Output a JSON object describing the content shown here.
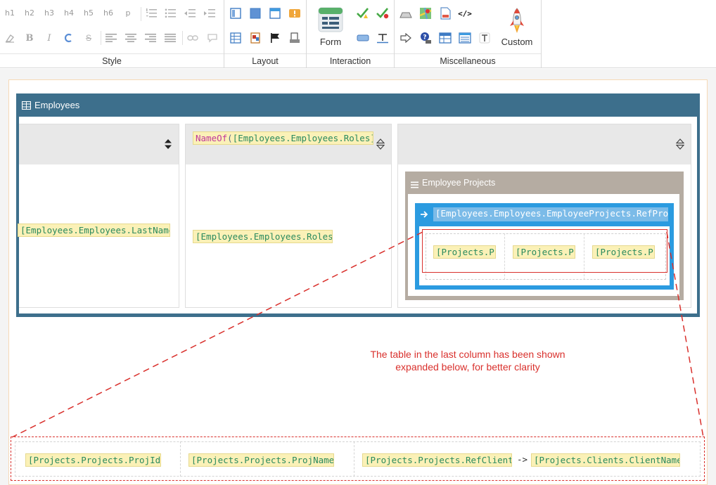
{
  "ribbon": {
    "style": {
      "label": "Style",
      "headings": [
        "h1",
        "h2",
        "h3",
        "h4",
        "h5",
        "h6",
        "p"
      ]
    },
    "layout": {
      "label": "Layout"
    },
    "interaction": {
      "label": "Interaction",
      "form_label": "Form"
    },
    "misc": {
      "label": "Miscellaneous",
      "custom_label": "Custom"
    }
  },
  "employees": {
    "title": "Employees",
    "col1": {
      "cell": "[Employees.Employees.LastName]"
    },
    "col2": {
      "header_fn": "NameOf",
      "header_arg": "[Employees.Employees.Roles]",
      "cell": "[Employees.Employees.Roles]"
    },
    "projects": {
      "title": "Employee Projects",
      "ref_title": "[Employees.Employees.EmployeeProjects.RefProj]",
      "cells": [
        "[Projects.Pr",
        "[Projects.Pr",
        "[Projects.Pr"
      ]
    }
  },
  "note": {
    "line1": "The table in the last column has been shown",
    "line2": "expanded below, for better clarity"
  },
  "expanded": {
    "cell1": "[Projects.Projects.ProjId]",
    "cell2": "[Projects.Projects.ProjName]",
    "cell3a": "[Projects.Projects.RefClient]",
    "arrow": "->",
    "cell3b": "[Projects.Clients.ClientName]"
  },
  "colors": {
    "panel_header": "#3d6f8c",
    "projects_header": "#b5aca2",
    "ref_panel": "#2b9be0",
    "annotation": "#d9302c",
    "field_highlight": "#fbf1b7"
  }
}
